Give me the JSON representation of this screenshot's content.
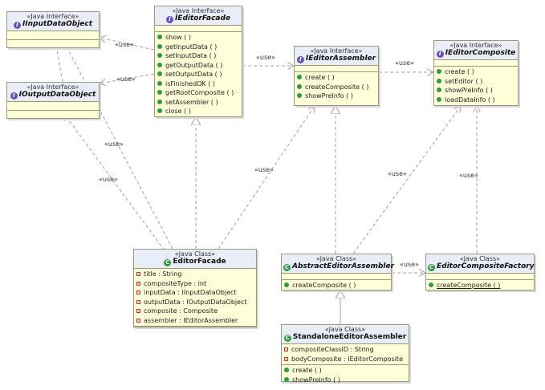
{
  "edge_label": "«use»",
  "classes": {
    "iinputdataobject": {
      "stereotype": "«Java Interface»",
      "name": "IInputDataObject"
    },
    "ioutputdataobject": {
      "stereotype": "«Java Interface»",
      "name": "IOutputDataObject"
    },
    "ieditorfacade": {
      "stereotype": "«Java Interface»",
      "name": "IEditorFacade",
      "methods": [
        "show ( )",
        "getInputData ( )",
        "setInputData ( )",
        "getOutputData ( )",
        "setOutputData ( )",
        "isFinishedOK ( )",
        "getRootComposite ( )",
        "setAssembler ( )",
        "close ( )"
      ]
    },
    "ieditorassembler": {
      "stereotype": "«Java Interface»",
      "name": "IEditorAssembler",
      "methods": [
        "create ( )",
        "createComposite ( )",
        "showPreInfo ( )"
      ]
    },
    "ieditorcomposite": {
      "stereotype": "«Java Interface»",
      "name": "IEditorComposite",
      "methods": [
        "create ( )",
        "setEditor ( )",
        "showPreInfo ( )",
        "loadDataInfo ( )"
      ]
    },
    "editorfacade": {
      "stereotype": "«Java Class»",
      "name": "EditorFacade",
      "fields": [
        "title : String",
        "compositeType : int",
        "inputData : IInputDataObject",
        "outputData : IOutputDataObject",
        "composite : Composite",
        "assembler : IEditorAssembler"
      ]
    },
    "abstracteditorassembler": {
      "stereotype": "«Java Class»",
      "name": "AbstractEditorAssembler",
      "methods": [
        "createComposite ( )"
      ]
    },
    "editorcompositefactory": {
      "stereotype": "«Java Class»",
      "name": "EditorCompositeFactory",
      "methods": [
        "createComposite ( )"
      ]
    },
    "standaloneeditorassembler": {
      "stereotype": "«Java Class»",
      "name": "StandaloneEditorAssembler",
      "fields": [
        "compositeClassID : String",
        "bodyComposite : IEditorComposite"
      ],
      "methods": [
        "create ( )",
        "showPreInfo ( )"
      ]
    }
  },
  "colors": {
    "edge": "#a0a0a0",
    "header": "#e8edf8",
    "body": "#fefed8",
    "interface_badge": "#6b53b5",
    "class_badge": "#2f9a3f"
  }
}
